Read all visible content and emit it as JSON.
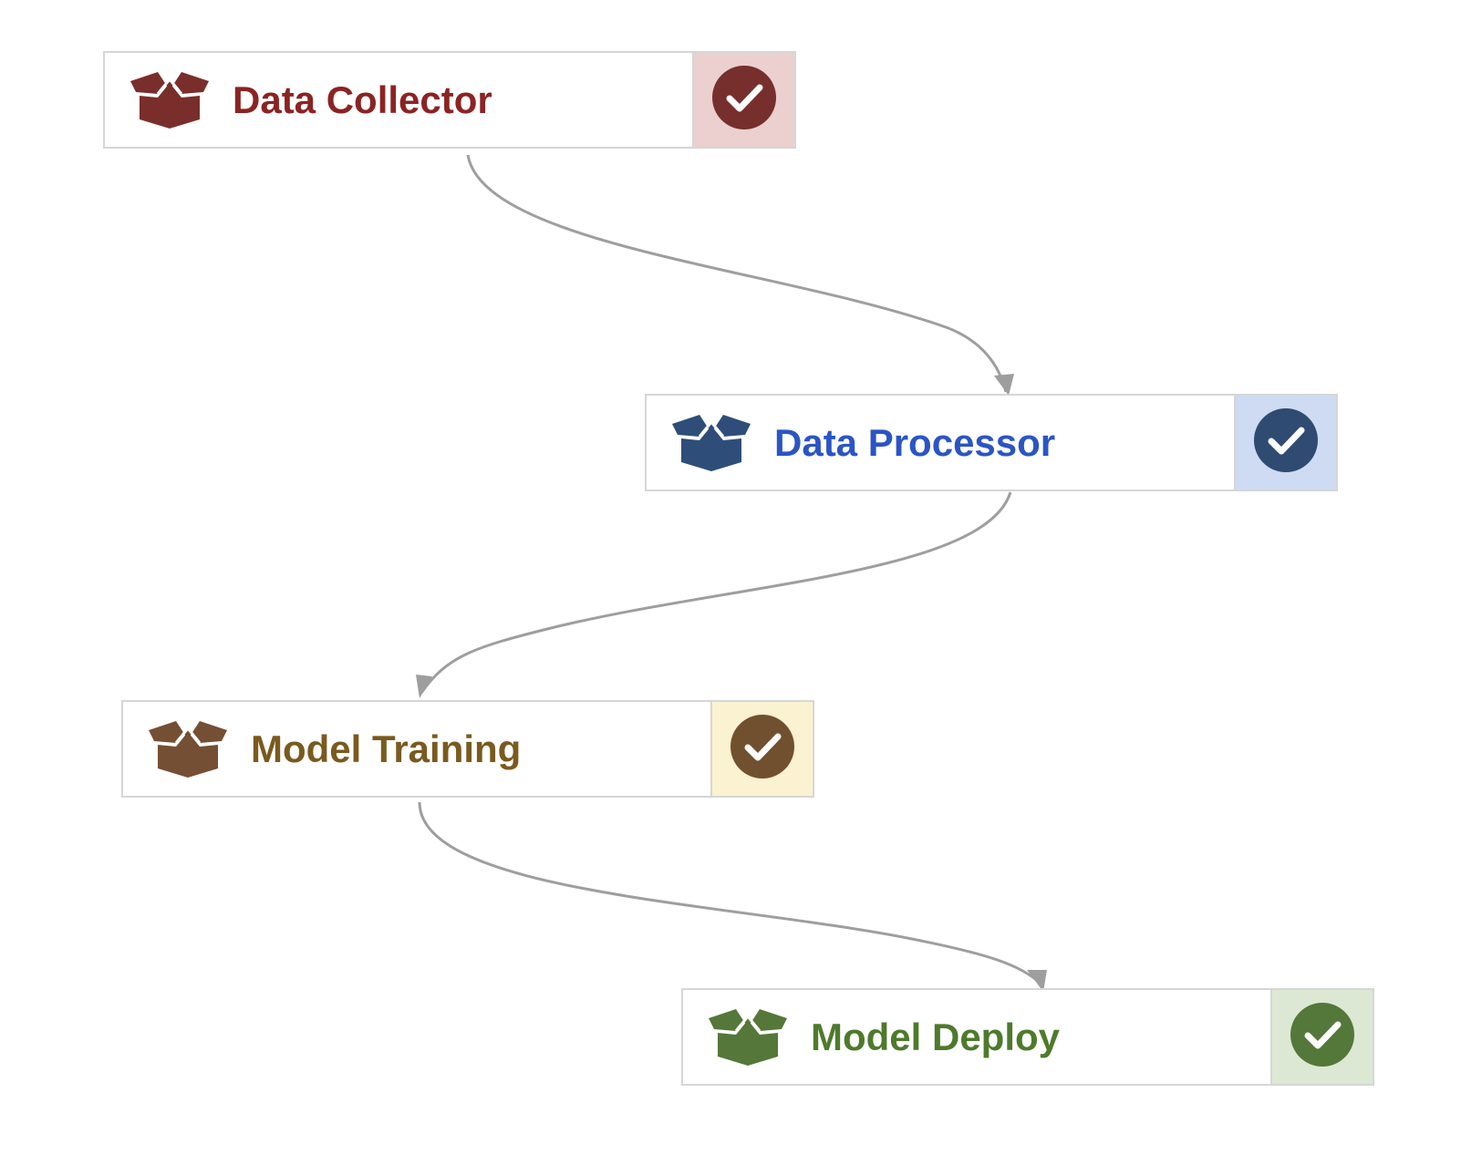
{
  "diagram": {
    "type": "pipeline-flow",
    "nodes": [
      {
        "id": "node-1",
        "label": "Data Collector",
        "icon": "package-icon",
        "status_icon": "check-circle-icon",
        "colors": {
          "text": "#8b2323",
          "icon": "#7a2e2b",
          "status_bg": "#eccfcf",
          "check": "#762f2c"
        }
      },
      {
        "id": "node-2",
        "label": "Data Processor",
        "icon": "package-icon",
        "status_icon": "check-circle-icon",
        "colors": {
          "text": "#2b55c4",
          "icon": "#2e4e79",
          "status_bg": "#cedbf2",
          "check": "#2f4b72"
        }
      },
      {
        "id": "node-3",
        "label": "Model Training",
        "icon": "package-icon",
        "status_icon": "check-circle-icon",
        "colors": {
          "text": "#7a5a1e",
          "icon": "#744f34",
          "status_bg": "#fbf2d1",
          "check": "#71502f"
        }
      },
      {
        "id": "node-4",
        "label": "Model Deploy",
        "icon": "package-icon",
        "status_icon": "check-circle-icon",
        "colors": {
          "text": "#4e7a2c",
          "icon": "#55773a",
          "status_bg": "#dce8d4",
          "check": "#54773a"
        }
      }
    ],
    "edges": [
      {
        "from": "node-1",
        "to": "node-2"
      },
      {
        "from": "node-2",
        "to": "node-3"
      },
      {
        "from": "node-3",
        "to": "node-4"
      }
    ],
    "edge_color": "#9e9e9e"
  }
}
